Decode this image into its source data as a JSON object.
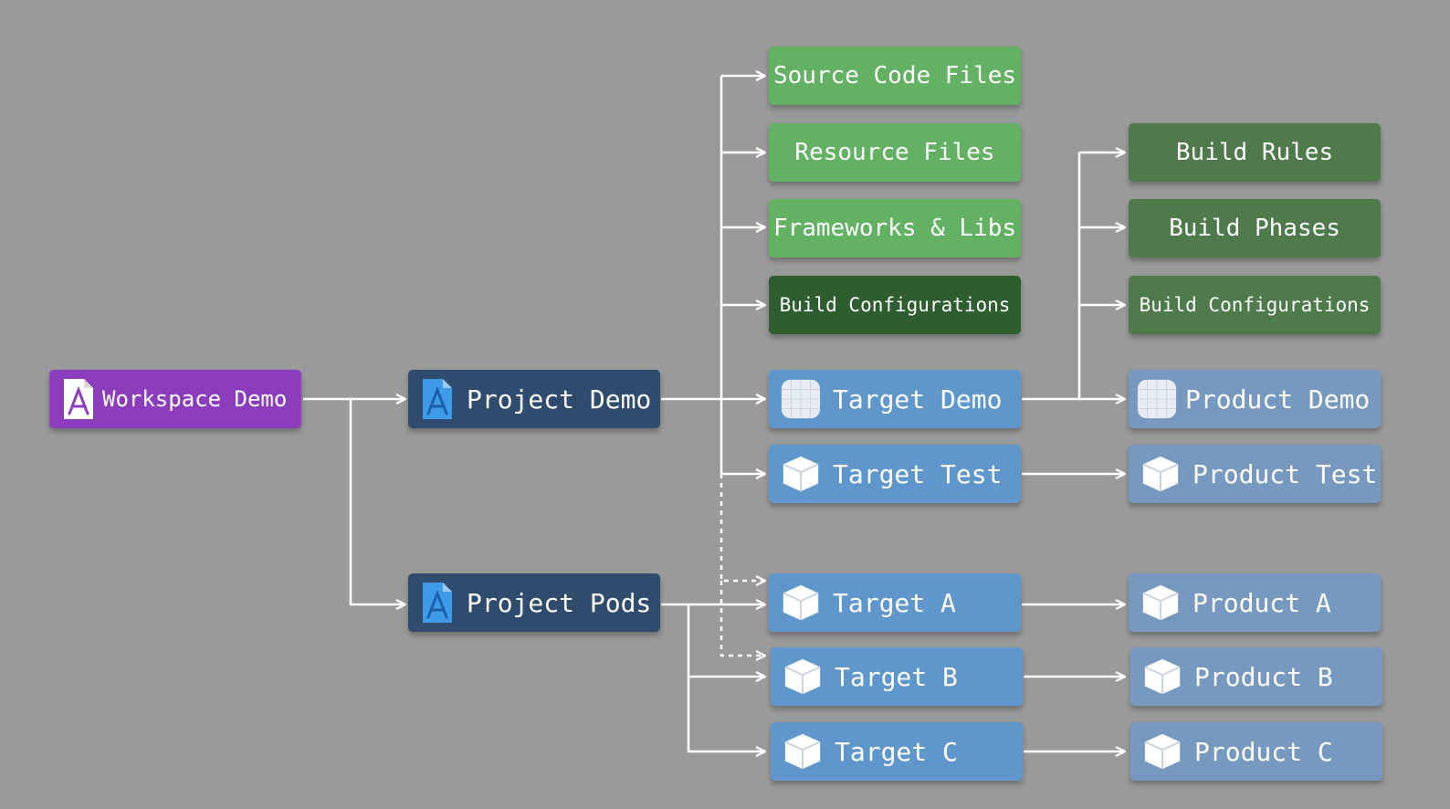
{
  "nodes": {
    "workspace_demo": "Workspace Demo",
    "project_demo": "Project Demo",
    "project_pods": "Project Pods",
    "source_code_files": "Source Code Files",
    "resource_files": "Resource Files",
    "frameworks_libs": "Frameworks & Libs",
    "project_build_configurations": "Build Configurations",
    "target_demo": "Target Demo",
    "target_test": "Target Test",
    "target_a": "Target A",
    "target_b": "Target B",
    "target_c": "Target C",
    "build_rules": "Build Rules",
    "build_phases": "Build Phases",
    "target_build_configurations": "Build Configurations",
    "product_demo": "Product Demo",
    "product_test": "Product Test",
    "product_a": "Product A",
    "product_b": "Product B",
    "product_c": "Product C"
  },
  "icons": {
    "workspace": "xcode-workspace-icon",
    "project": "xcode-project-icon",
    "app": "app-blueprint-icon",
    "bundle": "bundle-cube-icon"
  },
  "colors": {
    "background": "#9a9a9a",
    "workspace": "#8b3dbe",
    "project": "#2f4c6e",
    "file": "#63b163",
    "config": "#2e5e30",
    "rule": "#4e7a4c",
    "target": "#5f97cd",
    "product": "#7799bf",
    "connector": "#ffffff"
  }
}
